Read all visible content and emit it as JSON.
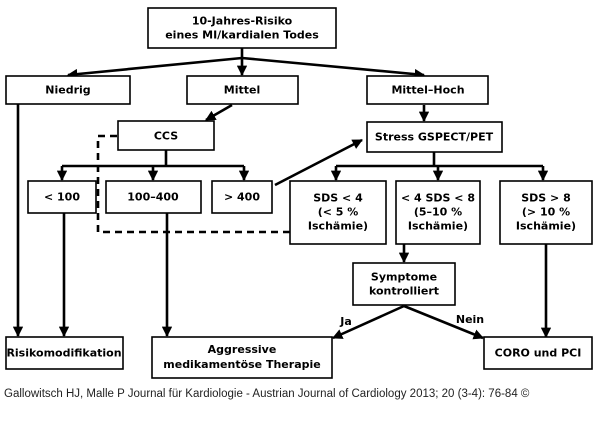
{
  "nodes": {
    "risk": [
      "10-Jahres-Risiko",
      "eines MI/kardialen Todes"
    ],
    "low": [
      "Niedrig"
    ],
    "mid": [
      "Mittel"
    ],
    "midhigh": [
      "Mittel–Hoch"
    ],
    "ccs": [
      "CCS"
    ],
    "stress": [
      "Stress GSPECT/PET"
    ],
    "lt100": [
      "< 100"
    ],
    "r100_400": [
      "100–400"
    ],
    "gt400": [
      "> 400"
    ],
    "sds_lt4": [
      "SDS < 4",
      "(< 5 %",
      "Ischämie)"
    ],
    "sds_4_8": [
      "< 4 SDS < 8",
      "(5–10 %",
      "Ischämie)"
    ],
    "sds_gt8": [
      "SDS > 8",
      "(> 10 %",
      "Ischämie)"
    ],
    "symptoms": [
      "Symptome",
      "kontrolliert"
    ],
    "riskmod": [
      "Risikomodifikation"
    ],
    "aggressive": [
      "Aggressive",
      "medikamentöse Therapie"
    ],
    "coro": [
      "CORO und PCI"
    ]
  },
  "edge_labels": {
    "yes": "Ja",
    "no": "Nein"
  },
  "caption": "Gallowitsch HJ, Malle P Journal für Kardiologie - Austrian Journal of Cardiology 2013; 20 (3-4): 76-84 ©"
}
